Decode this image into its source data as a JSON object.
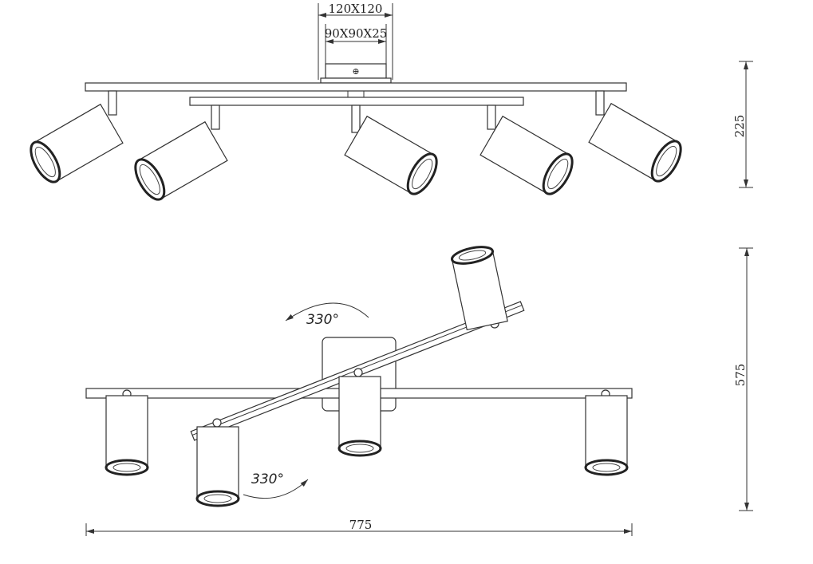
{
  "dimensions": {
    "canopy_outer": "120X120",
    "canopy_inner": "90X90X25",
    "side_height": "225",
    "top_height": "575",
    "overall_width": "775"
  },
  "rotation": {
    "upper_angle": "330°",
    "lower_angle": "330°"
  },
  "canopy_symbol": "⊕"
}
